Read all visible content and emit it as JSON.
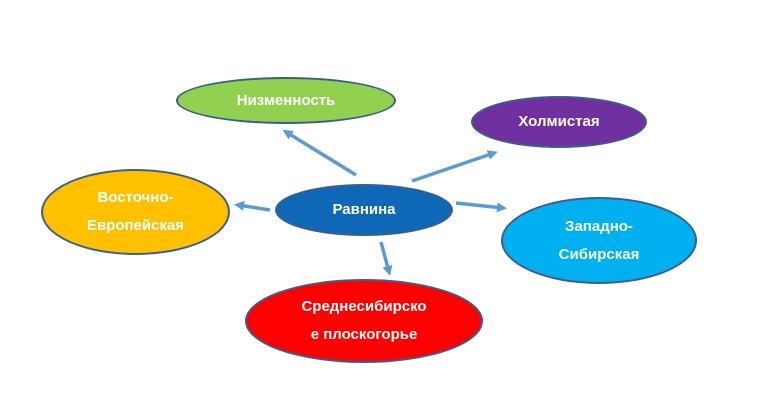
{
  "nodes": {
    "center": {
      "label": "Равнина",
      "color": "#0f67b8"
    },
    "lowland": {
      "label": "Низменность",
      "color": "#92d050"
    },
    "hilly": {
      "label": "Холмистая",
      "color": "#7030a0"
    },
    "east_eu": {
      "label": "Восточно-\nЕвропейская",
      "color": "#ffc000"
    },
    "west_sib": {
      "label": "Западно-\nСибирская",
      "color": "#00b0f0"
    },
    "central_sib": {
      "label": "Среднесибирско\nе плоскогорье",
      "color": "#ff0000"
    }
  },
  "arrow_color": "#5b9bd5"
}
